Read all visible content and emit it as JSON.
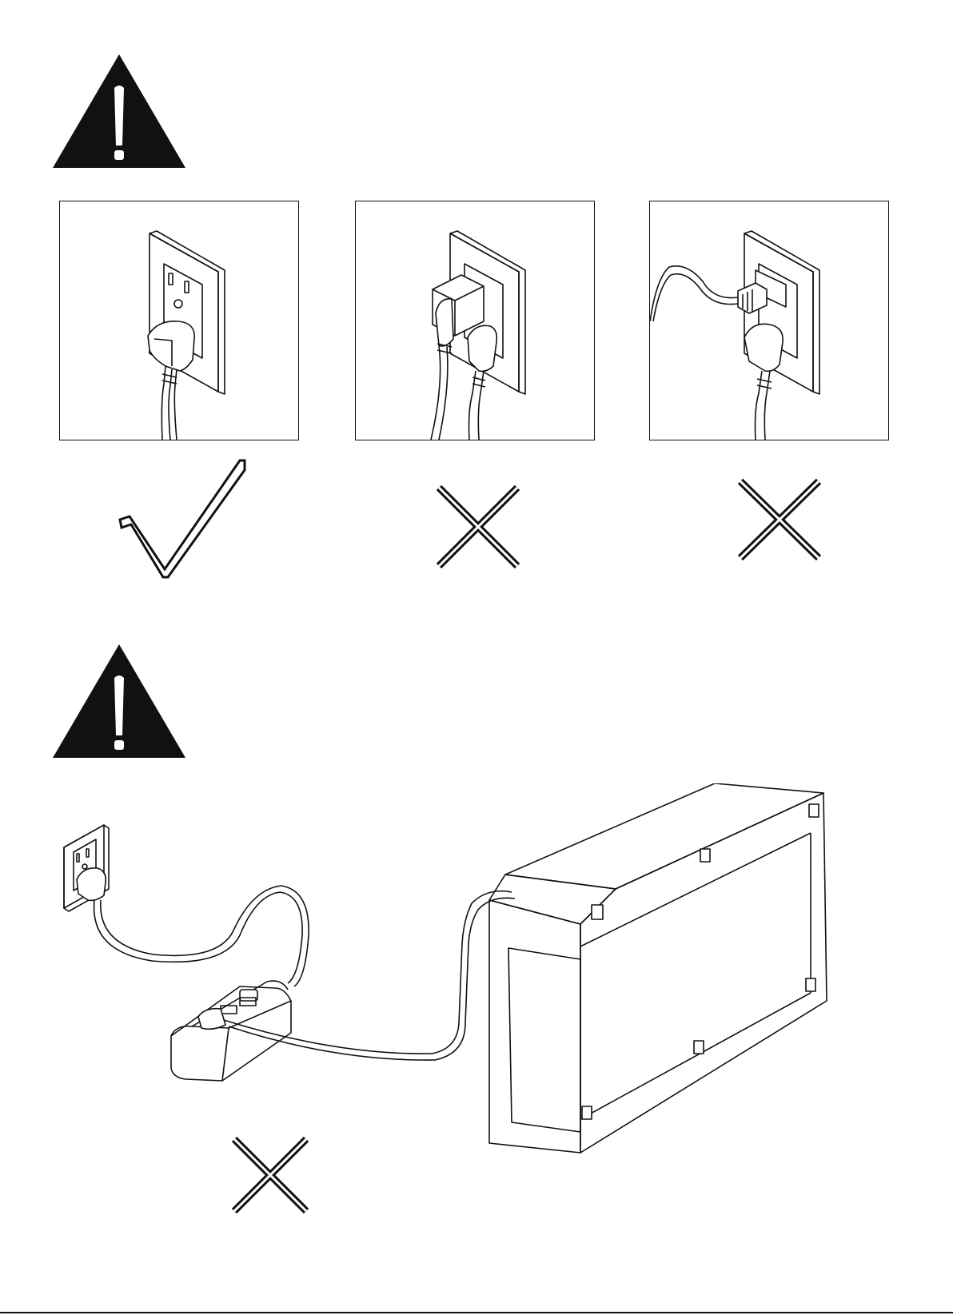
{
  "colors": {
    "ink": "#111111",
    "paper": "#ffffff"
  },
  "icons": {
    "warning": "warning-triangle-icon",
    "correct": "check-mark-icon",
    "incorrect": "cross-mark-icon"
  },
  "sections": [
    {
      "name": "outlet-plug-usage",
      "panels": [
        {
          "scene": "single-plug-in-outlet",
          "verdict": "correct"
        },
        {
          "scene": "two-plugs-stacked-in-outlet",
          "verdict": "incorrect"
        },
        {
          "scene": "adapter-plug-in-outlet",
          "verdict": "incorrect"
        }
      ]
    },
    {
      "name": "power-strip-usage",
      "scene": "fireplace-via-power-strip",
      "verdict": "incorrect"
    }
  ]
}
